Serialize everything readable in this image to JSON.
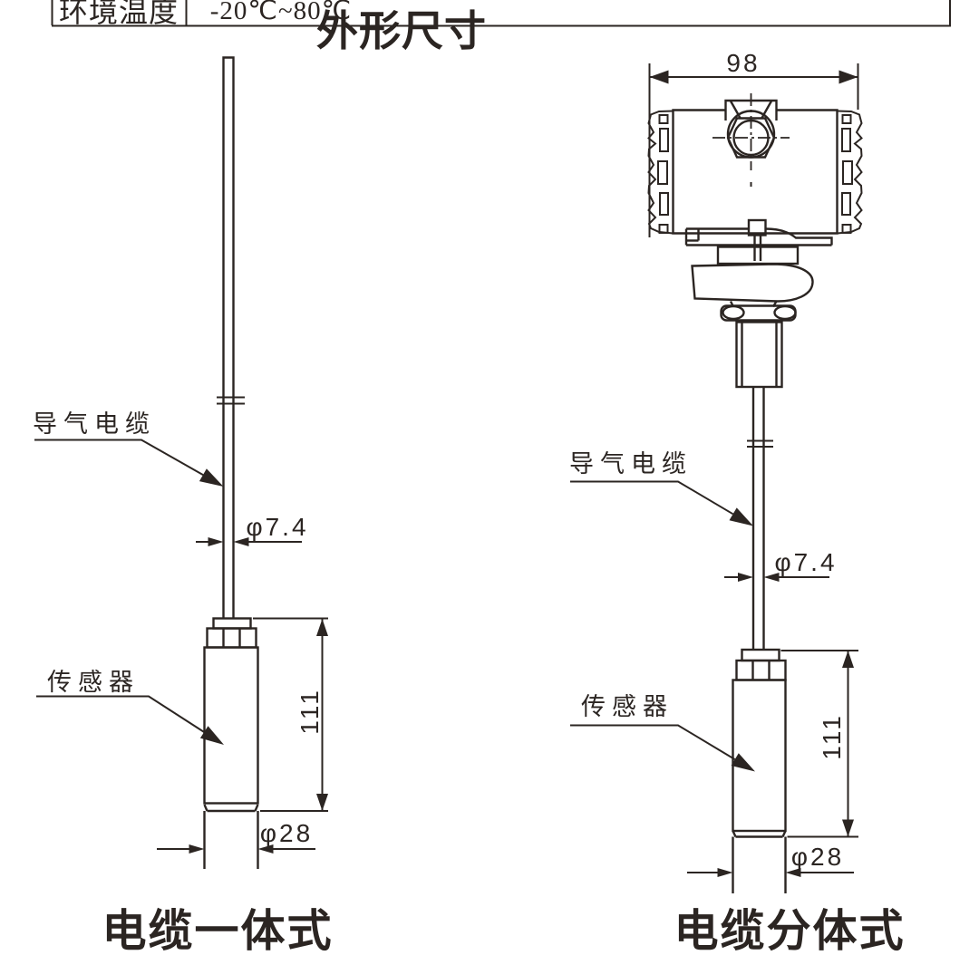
{
  "title": "外形尺寸",
  "table": {
    "ambient_temp_label": "环境温度",
    "ambient_temp_value": "-20℃~80℃"
  },
  "figures": {
    "left": {
      "caption": "电缆一体式",
      "cable_label": "导气电缆",
      "sensor_label": "传感器",
      "dims": {
        "cable_diameter": "φ7.4",
        "body_length": "111",
        "body_diameter": "φ28"
      }
    },
    "right": {
      "caption": "电缆分体式",
      "cable_label": "导气电缆",
      "sensor_label": "传感器",
      "dims": {
        "housing_width": "98",
        "cable_diameter": "φ7.4",
        "body_length": "111",
        "body_diameter": "φ28"
      }
    }
  },
  "colors": {
    "line": "#2b2522",
    "background": "#ffffff"
  }
}
